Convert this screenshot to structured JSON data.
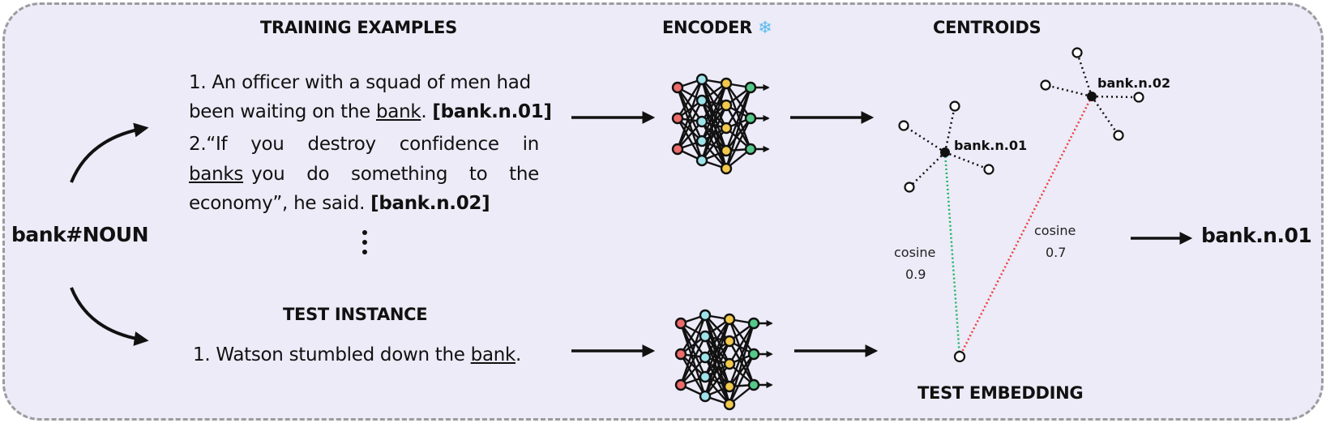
{
  "headers": {
    "training_examples": "TRAINING EXAMPLES",
    "encoder": "ENCODER",
    "encoder_icon": "snowflake-icon",
    "centroids": "CENTROIDS",
    "test_instance": "TEST INSTANCE",
    "test_embedding": "TEST EMBEDDING"
  },
  "input_word": "bank#NOUN",
  "training": {
    "ex1_line1": "1. An officer with a squad of men had",
    "ex1_line2_pre": "been waiting on the ",
    "ex1_line2_word": "bank",
    "ex1_line2_post": ". ",
    "ex1_sense": "[bank.n.01]",
    "ex2_line1": "2.“If you destroy confidence in",
    "ex2_line2_word": "banks",
    "ex2_line2_post": " you do something to the",
    "ex2_line3": "economy”, he said. ",
    "ex2_sense": "[bank.n.02]",
    "ellipsis": "⋮"
  },
  "test": {
    "line_pre": "1. Watson stumbled down the ",
    "line_word": "bank",
    "line_post": "."
  },
  "centroids": {
    "c1_label": "bank.n.01",
    "c2_label": "bank.n.02"
  },
  "similarities": {
    "cos1_label": "cosine",
    "cos1_value": "0.9",
    "cos2_label": "cosine",
    "cos2_value": "0.7"
  },
  "output_sense": "bank.n.01",
  "colors": {
    "background": "#ecebf7",
    "border": "#9c9c9c",
    "green_line": "#1db462",
    "red_line": "#f03c3c",
    "node_red": "#ee6b6b",
    "node_cyan": "#9fe3ea",
    "node_yellow": "#f2c94c",
    "node_green": "#55c98a",
    "snowflake": "#57b9ee"
  }
}
